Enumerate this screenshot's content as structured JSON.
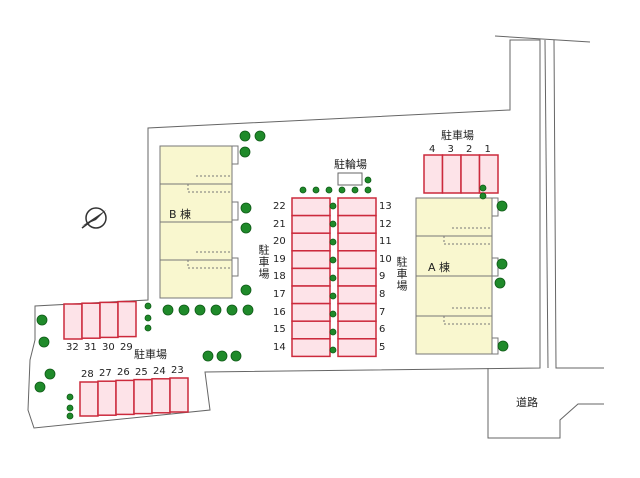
{
  "labels": {
    "parking": "駐車場",
    "bicycle_parking": "駐輪場",
    "building_a": "A 棟",
    "building_b": "B 棟",
    "road": "道路"
  },
  "parking_top_right": [
    "4",
    "3",
    "2",
    "1"
  ],
  "parking_center_left": [
    "22",
    "21",
    "20",
    "19",
    "18",
    "17",
    "16",
    "15",
    "14"
  ],
  "parking_center_right": [
    "13",
    "12",
    "11",
    "10",
    "9",
    "8",
    "7",
    "6",
    "5"
  ],
  "parking_bottom_upper": [
    "32",
    "31",
    "30",
    "29"
  ],
  "parking_bottom_lower": [
    "28",
    "27",
    "26",
    "25",
    "24",
    "23"
  ],
  "colors": {
    "building": "#f9f7cf",
    "parking_fill": "#fde3e8",
    "parking_stroke": "#cc2a3c",
    "tree": "#1f8a2a",
    "outline": "#666666"
  },
  "icons": [
    "north-arrow-icon",
    "tree-icon"
  ]
}
